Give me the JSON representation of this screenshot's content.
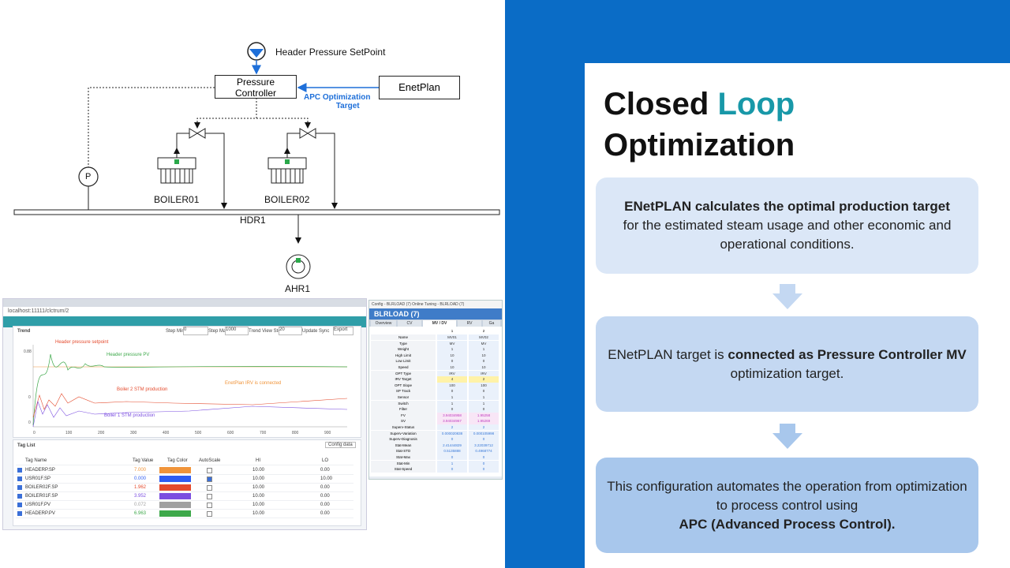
{
  "heading": {
    "part1": "Closed ",
    "part2": "Loop",
    "part3": "Optimization"
  },
  "cards": [
    {
      "bold": "ENetPLAN calculates the optimal production target",
      "text": "for the estimated steam usage and other economic and operational conditions."
    },
    {
      "pre": "ENetPLAN target is ",
      "bold": "connected as Pressure Controller MV",
      "post": " optimization target."
    },
    {
      "text": "This configuration automates the operation from optimization to process control using",
      "bold": "APC (Advanced Process Control)."
    }
  ],
  "diagram": {
    "setpoint_label": "Header Pressure SetPoint",
    "controller_line1": "Pressure",
    "controller_line2": "Controller",
    "enetplan_label": "EnetPlan",
    "apc_line1": "APC Optimization",
    "apc_line2": "Target",
    "pressure_symbol": "P",
    "boiler1": "BOILER01",
    "boiler2": "BOILER02",
    "header": "HDR1",
    "ahr": "AHR1",
    "colors": {
      "accent": "#1e6fd9",
      "header_bg": "#0a6cc6"
    }
  },
  "screenshot": {
    "url": "localhost:11111/clctrum/2",
    "trend_label": "Trend",
    "controls": {
      "step_min_label": "Step Min",
      "step_min_value": "0",
      "step_max_label": "Step Max",
      "step_max_value": "1000",
      "trend_view_step_label": "Trend View Step",
      "trend_view_step_value": "20",
      "update_sync_label": "Update Sync",
      "export_label": "Export"
    },
    "annotations": {
      "setpoint": "Header pressure setpoint",
      "pv": "Header pressure PV",
      "boiler2": "Boiler 2 STM production",
      "irv": "EnetPlan IRV is connected",
      "boiler1": "Boiler 1 STM production"
    },
    "yticks": [
      "0.88",
      "0",
      "0"
    ],
    "xticks": [
      "0",
      "100",
      "200",
      "300",
      "400",
      "500",
      "600",
      "700",
      "800",
      "900"
    ],
    "taglist_label": "Tag List",
    "config_btn": "Config data",
    "columns": [
      "Tag Name",
      "Tag Value",
      "Tag Color",
      "AutoScale",
      "HI",
      "LO"
    ],
    "rows": [
      {
        "name": "HEADERP.SP",
        "value": "7.000",
        "color": "#f0943a",
        "auto": false,
        "hi": "10.00",
        "lo": "0.00",
        "vcolor": "#f0943a"
      },
      {
        "name": "USR01F.SP",
        "value": "0.000",
        "color": "#2d5cf2",
        "auto": true,
        "hi": "10.00",
        "lo": "10.00",
        "vcolor": "#2d5cf2"
      },
      {
        "name": "BOILER02F.SP",
        "value": "1.962",
        "color": "#e44a2c",
        "auto": false,
        "hi": "10.00",
        "lo": "0.00",
        "vcolor": "#e44a2c"
      },
      {
        "name": "BOILER01F.SP",
        "value": "3.952",
        "color": "#7b4ee0",
        "auto": false,
        "hi": "10.00",
        "lo": "0.00",
        "vcolor": "#7b4ee0"
      },
      {
        "name": "USR01F.PV",
        "value": "0.072",
        "color": "#a0a0a0",
        "auto": false,
        "hi": "10.00",
        "lo": "0.00",
        "vcolor": "#a0a0a0"
      },
      {
        "name": "HEADERP.PV",
        "value": "6.963",
        "color": "#3da84a",
        "auto": false,
        "hi": "10.00",
        "lo": "0.00",
        "vcolor": "#3da84a"
      }
    ]
  },
  "tuning": {
    "tab_line": "Config - BLRLOAD (7)   Online Tuning - BLRLOAD (7)",
    "title": "BLRLOAD (7)",
    "tabs": [
      "Overview",
      "CV",
      "MV / DV",
      "RV",
      "Ga"
    ],
    "col_idx": [
      "1",
      "2"
    ],
    "rows": [
      [
        "Name",
        "MV01",
        "MV02"
      ],
      [
        "Type",
        "MV",
        "MV"
      ],
      [
        "Weight",
        "1",
        "1"
      ],
      [
        "High Limit",
        "10",
        "10"
      ],
      [
        "Low Limit",
        "0",
        "0"
      ],
      [
        "Speed",
        "10",
        "10"
      ],
      [
        "OPT Type",
        "IRV",
        "IRV"
      ],
      [
        "IRV Target",
        "4",
        "2"
      ],
      [
        "OPT Slope",
        "100",
        "100"
      ],
      [
        "SP Track",
        "0",
        "0"
      ],
      [
        "Sensor",
        "1",
        "1"
      ],
      [
        "Switch",
        "1",
        "1"
      ],
      [
        "Filter",
        "0",
        "0"
      ],
      [
        "FV",
        "3.94034958",
        "1.95258"
      ],
      [
        "SV",
        "3.94034967",
        "1.95269"
      ],
      [
        "Superv-Status",
        "2",
        "2"
      ],
      [
        "Superv-Variation",
        "0.000020838",
        "0.000105998"
      ],
      [
        "Superv-Diagnosis",
        "0",
        "0"
      ],
      [
        "Stat-Mean",
        "2.41444829",
        "3.22039712"
      ],
      [
        "Stat-STD",
        "0.5135888",
        "0.4968774"
      ],
      [
        "Stat-Max",
        "0",
        "0"
      ],
      [
        "Stat-Min",
        "1",
        "0"
      ],
      [
        "Stat-Speed",
        "0",
        "0"
      ]
    ]
  }
}
